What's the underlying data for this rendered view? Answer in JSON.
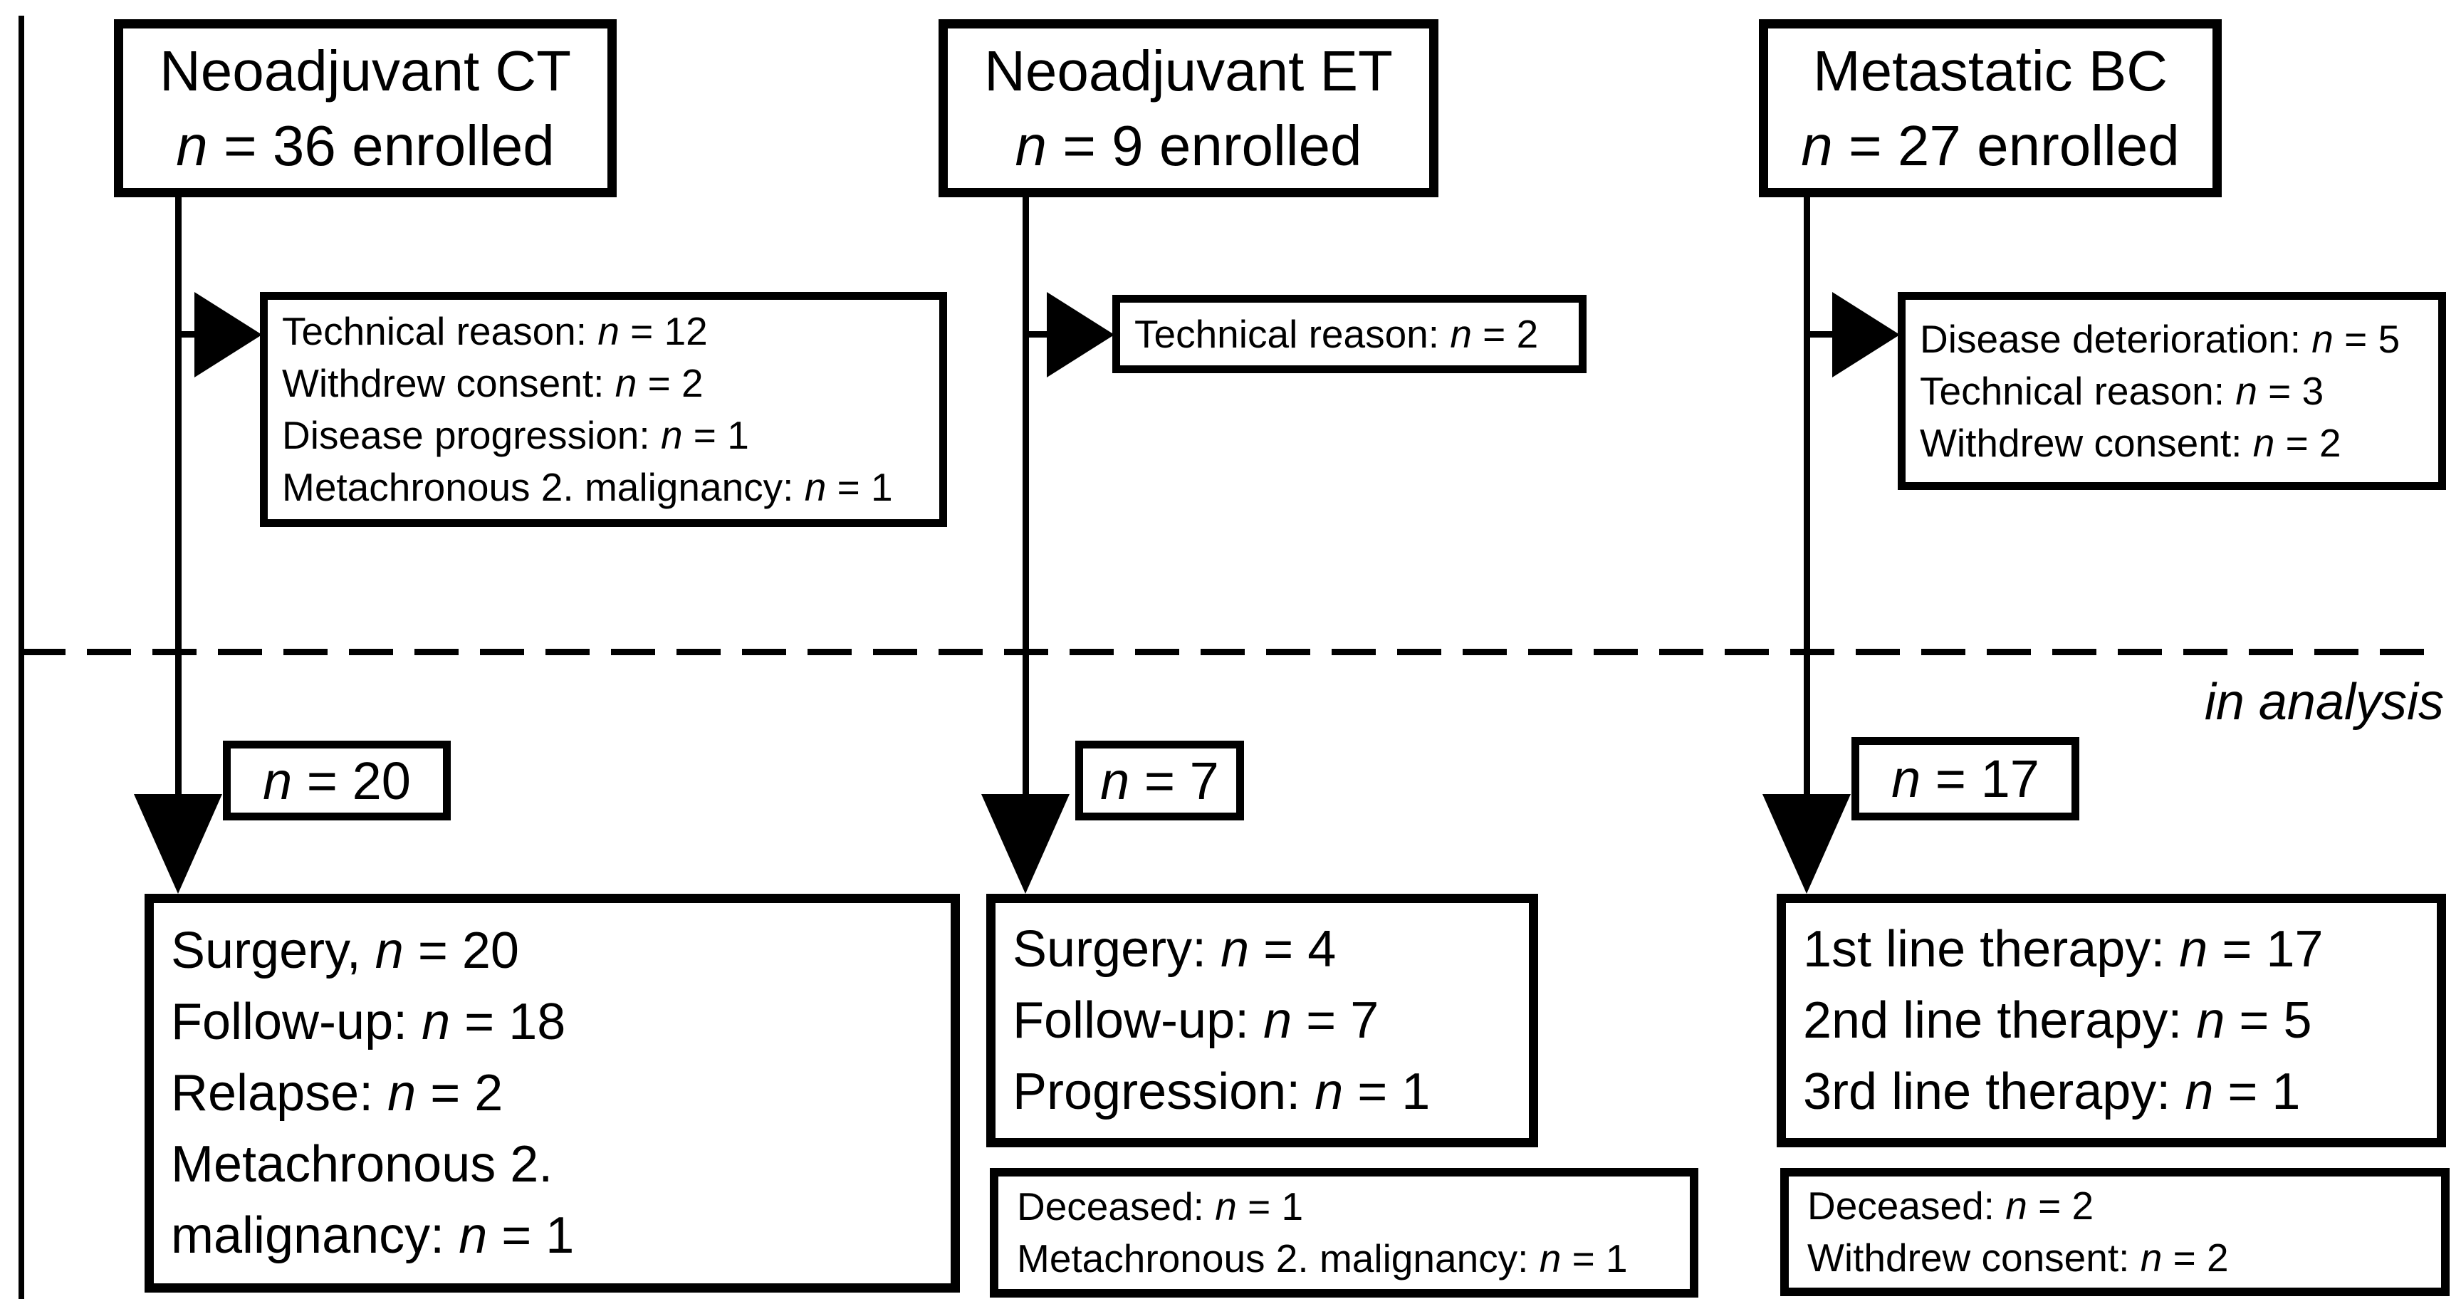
{
  "figure": {
    "background": "#ffffff",
    "ink": "#000000",
    "annotation": "in analysis",
    "separator_style": "dashed"
  },
  "columns": [
    {
      "id": "neoadjuvant-ct",
      "top": {
        "title": "Neoadjuvant CT",
        "line2": {
          "pre": "",
          "n": "36",
          "post": " enrolled"
        }
      },
      "exclusion": {
        "lines": [
          {
            "pre": "Technical reason: ",
            "n": "12",
            "post": ""
          },
          {
            "pre": "Withdrew consent: ",
            "n": "2",
            "post": ""
          },
          {
            "pre": "Disease progression: ",
            "n": "1",
            "post": ""
          },
          {
            "pre": "Metachronous 2. malignancy: ",
            "n": "1",
            "post": ""
          }
        ]
      },
      "analysis_n": {
        "pre": "",
        "n": "20",
        "post": ""
      },
      "outcomes": {
        "lines": [
          {
            "pre": "Surgery, ",
            "n": "20",
            "post": ""
          },
          {
            "pre": "Follow-up: ",
            "n": "18",
            "post": ""
          },
          {
            "pre": "Relapse: ",
            "n": "2",
            "post": ""
          },
          {
            "pre": "Metachronous 2.",
            "n": null,
            "post": ""
          },
          {
            "pre": "malignancy: ",
            "n": "1",
            "post": ""
          }
        ]
      }
    },
    {
      "id": "neoadjuvant-et",
      "top": {
        "title": "Neoadjuvant ET",
        "line2": {
          "pre": "",
          "n": "9",
          "post": " enrolled"
        }
      },
      "exclusion": {
        "lines": [
          {
            "pre": "Technical reason: ",
            "n": "2",
            "post": ""
          }
        ]
      },
      "analysis_n": {
        "pre": "",
        "n": "7",
        "post": ""
      },
      "outcomes": {
        "lines": [
          {
            "pre": "Surgery: ",
            "n": "4",
            "post": ""
          },
          {
            "pre": "Follow-up: ",
            "n": "7",
            "post": ""
          },
          {
            "pre": "Progression: ",
            "n": "1",
            "post": ""
          }
        ]
      },
      "outcomes2": {
        "lines": [
          {
            "pre": "Deceased: ",
            "n": "1",
            "post": ""
          },
          {
            "pre": "Metachronous 2. malignancy: ",
            "n": "1",
            "post": ""
          }
        ]
      }
    },
    {
      "id": "metastatic-bc",
      "top": {
        "title": "Metastatic BC",
        "line2": {
          "pre": "",
          "n": "27",
          "post": " enrolled"
        }
      },
      "exclusion": {
        "lines": [
          {
            "pre": "Disease deterioration: ",
            "n": "5",
            "post": ""
          },
          {
            "pre": "Technical reason: ",
            "n": "3",
            "post": ""
          },
          {
            "pre": "Withdrew consent: ",
            "n": "2",
            "post": ""
          }
        ]
      },
      "analysis_n": {
        "pre": "",
        "n": "17",
        "post": ""
      },
      "outcomes": {
        "lines": [
          {
            "pre": "1st line therapy: ",
            "n": "17",
            "post": ""
          },
          {
            "pre": "2nd line therapy: ",
            "n": "5",
            "post": ""
          },
          {
            "pre": "3rd line therapy: ",
            "n": "1",
            "post": ""
          }
        ]
      },
      "outcomes2": {
        "lines": [
          {
            "pre": "Deceased: ",
            "n": "2",
            "post": ""
          },
          {
            "pre": "Withdrew consent: ",
            "n": "2",
            "post": ""
          }
        ]
      }
    }
  ]
}
